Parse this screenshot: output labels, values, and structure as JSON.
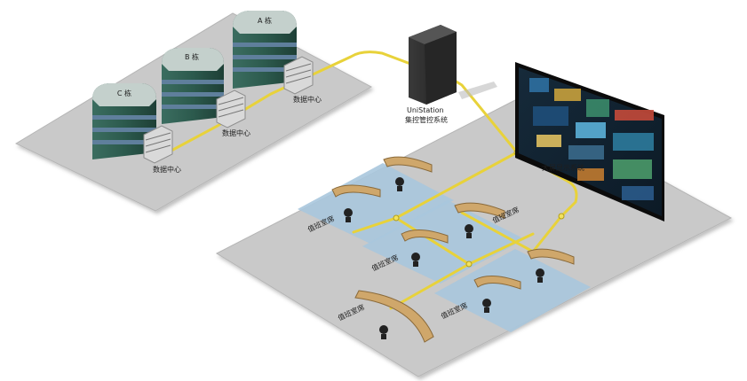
{
  "buildings": {
    "a": {
      "label": "A 栋"
    },
    "b": {
      "label": "B 栋"
    },
    "c": {
      "label": "C 栋"
    }
  },
  "data_centers": {
    "a": {
      "label": "数据中心"
    },
    "b": {
      "label": "数据中心"
    },
    "c": {
      "label": "数据中心"
    }
  },
  "server": {
    "name": "UniStation",
    "subtitle": "集控管控系统"
  },
  "video_wall": {
    "label": "大屏显示系统"
  },
  "seats": [
    {
      "label": "值班室席"
    },
    {
      "label": "值班室席"
    },
    {
      "label": "值班室席"
    },
    {
      "label": "值班室席"
    },
    {
      "label": "值班室席"
    }
  ],
  "colors": {
    "platform": "#c9c9c9",
    "cable": "#e8d23a",
    "zone": "#a9c7dd",
    "building_body": "#2f5b4f",
    "building_roof": "#c4d0cc",
    "desk": "#cfa76b",
    "server": "#2b2b2b"
  },
  "icons": [
    "server-rack-icon",
    "office-chair-icon",
    "monitor-icon"
  ]
}
